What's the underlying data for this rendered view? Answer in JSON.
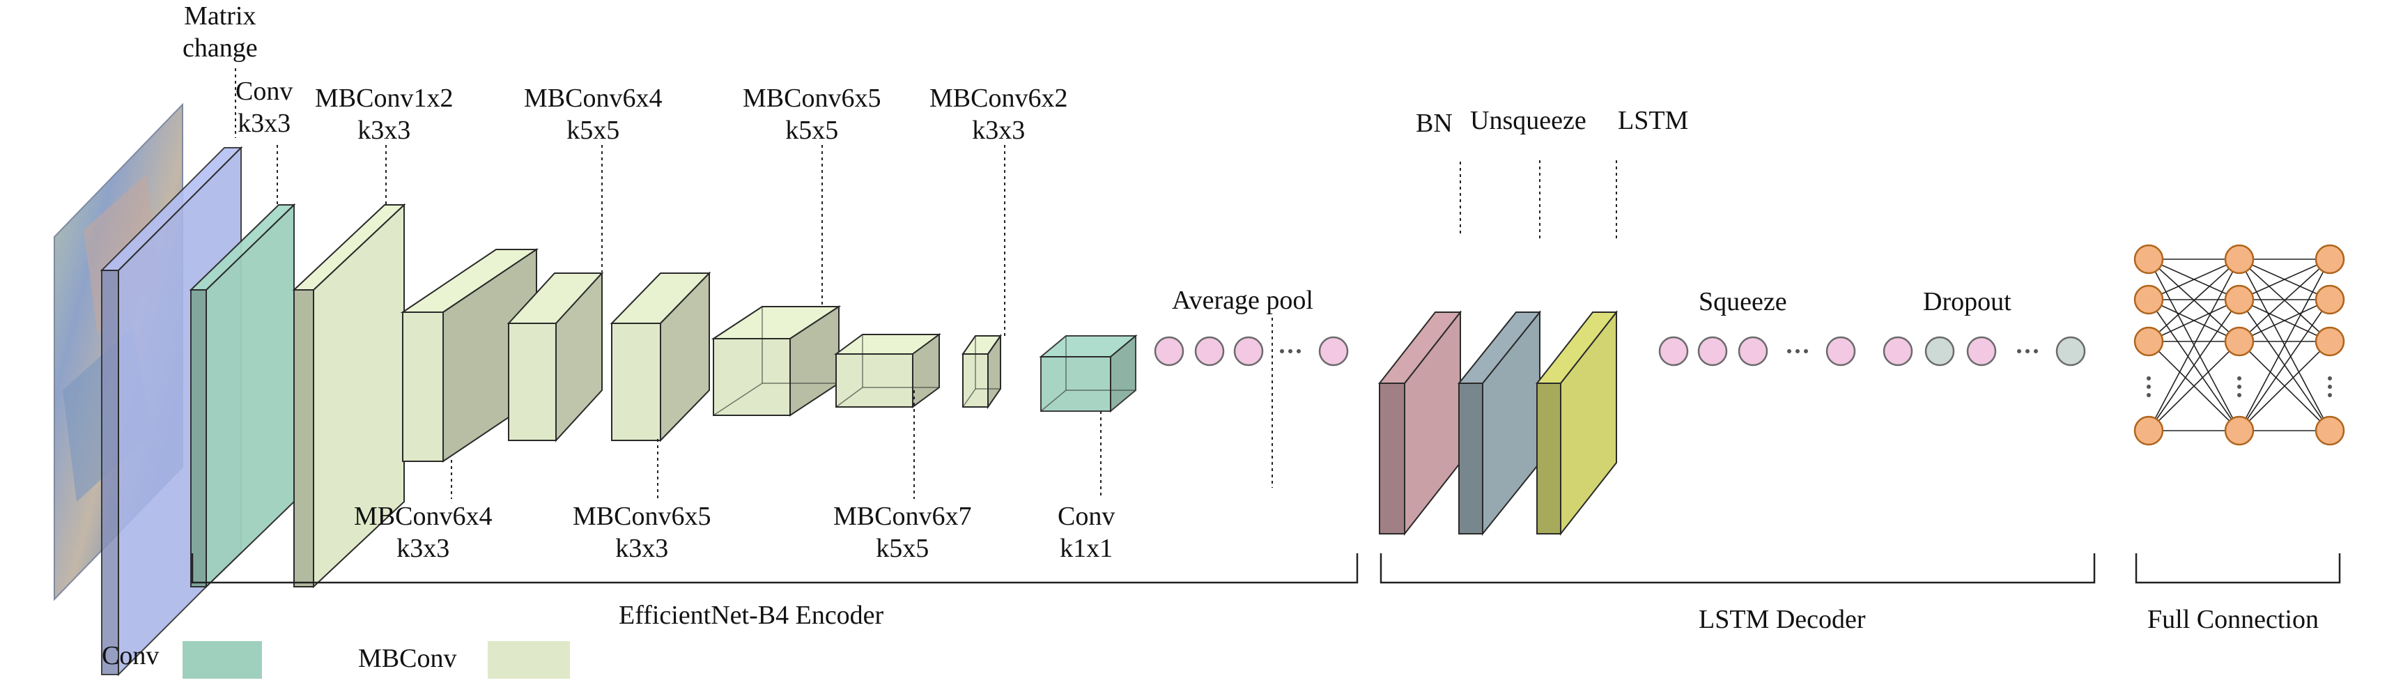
{
  "labels": {
    "matrix_change": [
      "Matrix",
      "change"
    ],
    "conv_k3": [
      "Conv",
      "k3x3"
    ],
    "mbconv1x2": [
      "MBConv1x2",
      "k3x3"
    ],
    "mbconv6x4_k5": [
      "MBConv6x4",
      "k5x5"
    ],
    "mbconv6x5_k5": [
      "MBConv6x5",
      "k5x5"
    ],
    "mbconv6x2": [
      "MBConv6x2",
      "k3x3"
    ],
    "mbconv6x4_k3": [
      "MBConv6x4",
      "k3x3"
    ],
    "mbconv6x5_k3": [
      "MBConv6x5",
      "k3x3"
    ],
    "mbconv6x7": [
      "MBConv6x7",
      "k5x5"
    ],
    "conv_k1": [
      "Conv",
      "k1x1"
    ],
    "average_pool": "Average pool",
    "bn": "BN",
    "unsqueeze": "Unsqueeze",
    "lstm": "LSTM",
    "squeeze": "Squeeze",
    "dropout": "Dropout"
  },
  "sections": {
    "encoder": "EfficientNet-B4 Encoder",
    "decoder": "LSTM Decoder",
    "full_connection": "Full Connection"
  },
  "legend": [
    {
      "label": "Conv",
      "color": "#9fd0be"
    },
    {
      "label": "MBConv",
      "color": "#dfe8c8"
    }
  ],
  "colors": {
    "conv": "#9fd0be",
    "mbconv": "#dfe8c8",
    "matrix": "#aab6e8",
    "bn": "#c9a0a6",
    "unsqueeze": "#96a8b0",
    "lstm": "#d2d472",
    "pool_node": "#f2c8e2",
    "dropout_node": "#cddad5",
    "fc_node": "#f4b483"
  }
}
